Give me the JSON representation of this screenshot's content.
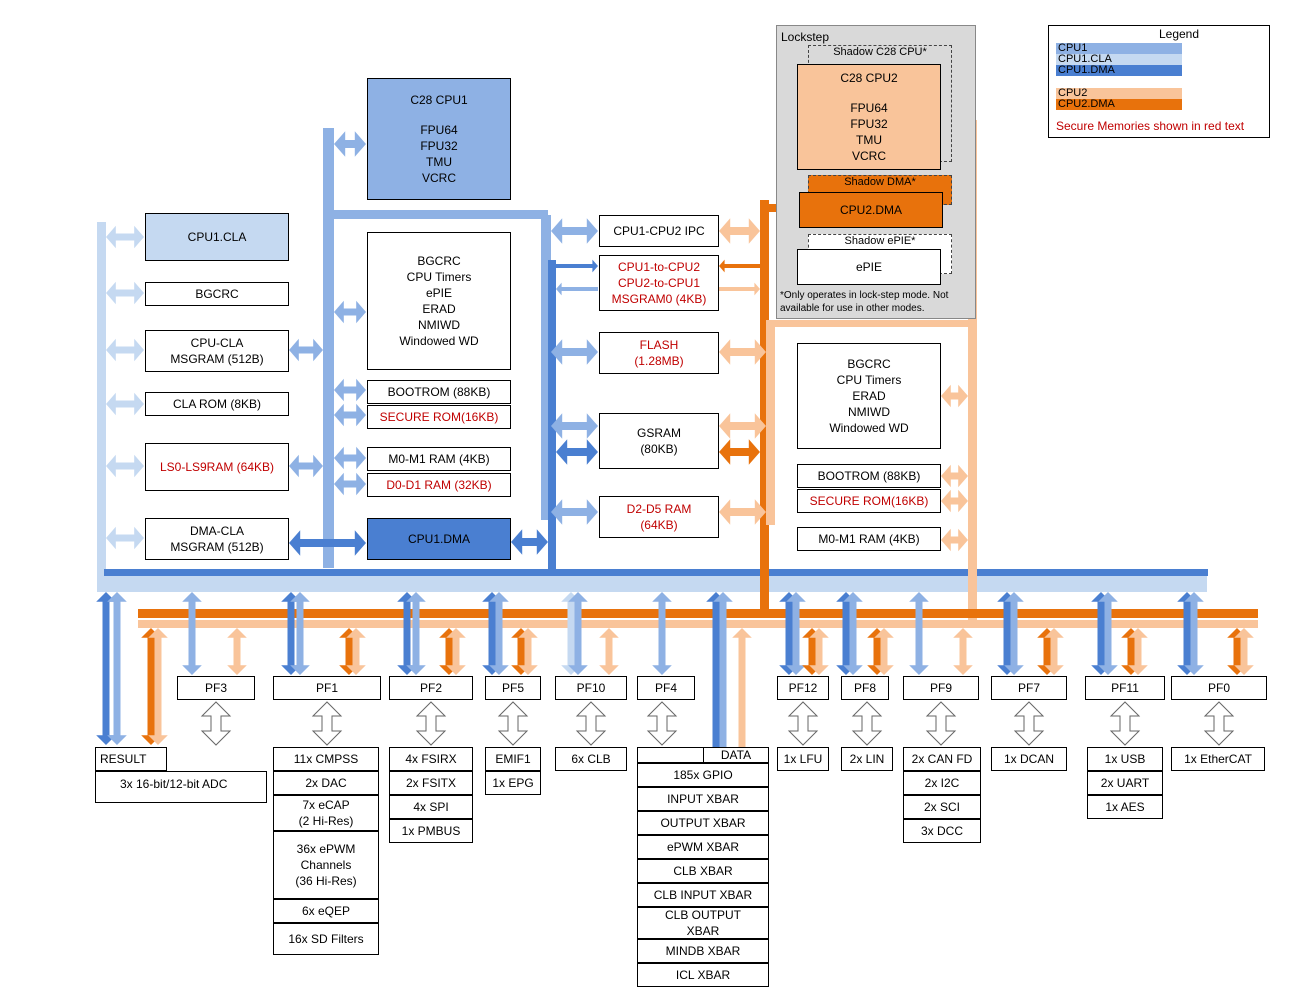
{
  "lockstep": {
    "title": "Lockstep",
    "note": "*Only operates in lock-step mode. Not available for use in other modes."
  },
  "legend": {
    "title": "Legend",
    "items": [
      "CPU1",
      "CPU1.CLA",
      "CPU1.DMA",
      "CPU2",
      "CPU2.DMA"
    ],
    "secure_note": "Secure Memories shown in red text"
  },
  "colors": {
    "cpu1": "#8eb1e4",
    "cpu1_cla": "#c5d9f1",
    "cpu1_dma": "#4a7fd1",
    "cpu2": "#f9c49a",
    "cpu2_dma": "#e8720c",
    "secure_text": "#c00000"
  },
  "cpu1": {
    "core": [
      "C28 CPU1",
      "",
      "FPU64",
      "FPU32",
      "TMU",
      "VCRC"
    ],
    "cla": "CPU1.CLA",
    "bgcrc": "BGCRC",
    "cpu_cla_msgram": [
      "CPU-CLA",
      "MSGRAM (512B)"
    ],
    "cla_rom": "CLA ROM (8KB)",
    "ls_ram": "LS0-LS9RAM (64KB)",
    "dma_cla_msgram": [
      "DMA-CLA",
      "MSGRAM (512B)"
    ],
    "periph": [
      "BGCRC",
      "CPU Timers",
      "ePIE",
      "ERAD",
      "NMIWD",
      "Windowed WD"
    ],
    "bootrom": "BOOTROM (88KB)",
    "secure_rom": "SECURE ROM(16KB)",
    "m0m1": "M0-M1 RAM (4KB)",
    "d0d1": "D0-D1 RAM (32KB)",
    "dma": "CPU1.DMA"
  },
  "shared": {
    "ipc": "CPU1-CPU2 IPC",
    "msgram": [
      "CPU1-to-CPU2",
      "CPU2-to-CPU1",
      "MSGRAM0 (4KB)"
    ],
    "flash": [
      "FLASH",
      "(1.28MB)"
    ],
    "gsram": [
      "GSRAM",
      "(80KB)"
    ],
    "d2d5": [
      "D2-D5 RAM",
      "(64KB)"
    ]
  },
  "cpu2": {
    "shadow_core": "Shadow C28 CPU*",
    "core": [
      "C28 CPU2",
      "",
      "FPU64",
      "FPU32",
      "TMU",
      "VCRC"
    ],
    "shadow_dma": "Shadow DMA*",
    "dma": "CPU2.DMA",
    "shadow_epie": "Shadow ePIE*",
    "epie": "ePIE",
    "periph": [
      "BGCRC",
      "CPU Timers",
      "ERAD",
      "NMIWD",
      "Windowed WD"
    ],
    "bootrom": "BOOTROM (88KB)",
    "secure_rom": "SECURE ROM(16KB)",
    "m0m1": "M0-M1 RAM (4KB)"
  },
  "pf": [
    "PF3",
    "PF1",
    "PF2",
    "PF5",
    "PF10",
    "PF4",
    "PF12",
    "PF8",
    "PF9",
    "PF7",
    "PF11",
    "PF0"
  ],
  "peripherals": {
    "result": "RESULT",
    "adc": "3x 16-bit/12-bit ADC",
    "pf1": [
      "11x CMPSS",
      "2x DAC",
      "7x eCAP|(2 Hi-Res)",
      "36x ePWM|Channels|(36 Hi-Res)",
      "6x eQEP",
      "16x SD Filters"
    ],
    "pf2": [
      "4x FSIRX",
      "2x FSITX",
      "4x SPI",
      "1x PMBUS"
    ],
    "pf5": [
      "EMIF1",
      "1x EPG"
    ],
    "pf10": [
      "6x CLB"
    ],
    "data": "DATA",
    "pf4": [
      "185x GPIO",
      "INPUT XBAR",
      "OUTPUT XBAR",
      "ePWM XBAR",
      "CLB XBAR",
      "CLB INPUT XBAR",
      "CLB OUTPUT|XBAR",
      "MINDB XBAR",
      "ICL XBAR"
    ],
    "pf12": [
      "1x LFU"
    ],
    "pf8": [
      "2x LIN"
    ],
    "pf9": [
      "2x CAN FD",
      "2x I2C",
      "2x SCI",
      "3x DCC"
    ],
    "pf7": [
      "1x DCAN"
    ],
    "pf11": [
      "1x USB",
      "2x UART",
      "1x AES"
    ],
    "pf0": [
      "1x EtherCAT"
    ]
  }
}
